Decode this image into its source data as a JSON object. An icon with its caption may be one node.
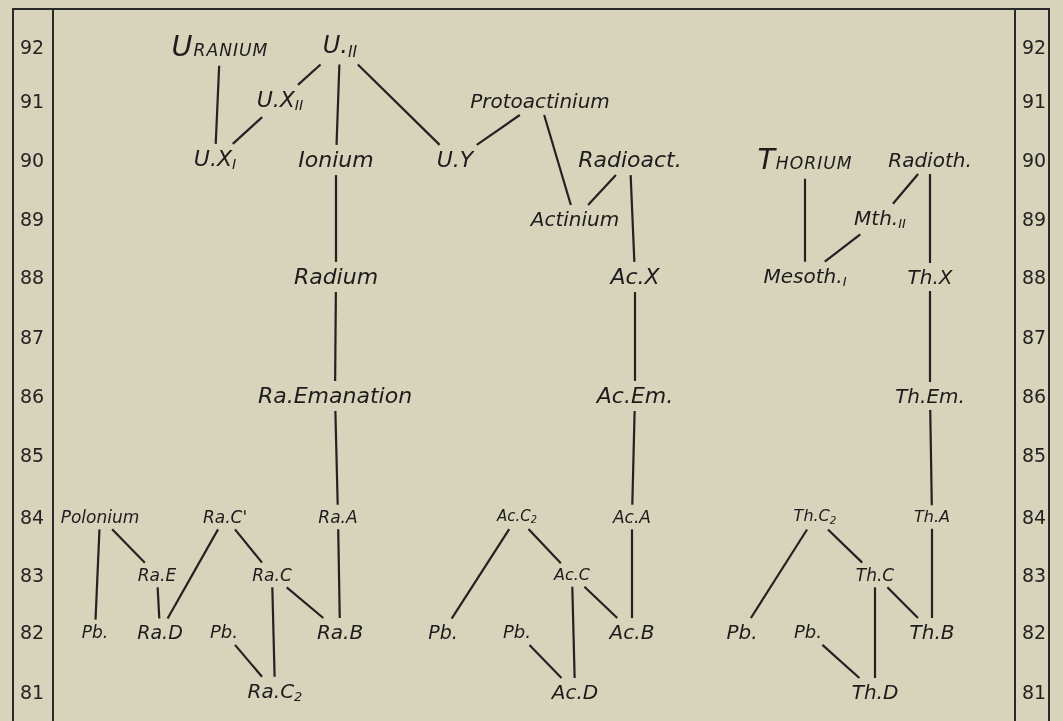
{
  "diagram": {
    "nodes": [
      {
        "text": [
          "URANIUM"
        ]
      },
      {
        "text": [
          "U.$_{II}$"
        ]
      },
      {
        "text": [
          "U.X$_{II}$"
        ]
      },
      {
        "text": [
          "U.X$_{I}$"
        ]
      },
      {
        "text": [
          "Ionium"
        ]
      },
      {
        "text": [
          "U.Y"
        ]
      },
      {
        "text": [
          "Protoactinium"
        ]
      },
      {
        "text": [
          "Radioact."
        ]
      },
      {
        "text": [
          "Actinium"
        ]
      },
      {
        "text": [
          "THORIUM"
        ]
      },
      {
        "text": [
          "Radioth."
        ]
      },
      {
        "text": [
          "Mth.$_{II}$"
        ]
      },
      {
        "text": [
          "Radium"
        ]
      },
      {
        "text": [
          "Ac.X"
        ]
      },
      {
        "text": [
          "Mesoth.$_{I}$"
        ]
      },
      {
        "text": [
          "Th.X"
        ]
      },
      {
        "text": [
          "Ra.Emanation"
        ]
      },
      {
        "text": [
          "Ac.Em."
        ]
      },
      {
        "text": [
          "Th.Em."
        ]
      },
      {
        "text": [
          "Polonium"
        ]
      },
      {
        "text": [
          "Ra.C'"
        ]
      },
      {
        "text": [
          "Ra.A"
        ]
      },
      {
        "text": [
          "Ac.C$_{2}$"
        ]
      },
      {
        "text": [
          "Ac.A"
        ]
      },
      {
        "text": [
          "Th.C$_{2}$"
        ]
      },
      {
        "text": [
          "Th.A"
        ]
      },
      {
        "text": [
          "Ra.E"
        ]
      },
      {
        "text": [
          "Ra.C"
        ]
      },
      {
        "text": [
          "Ac.C"
        ]
      },
      {
        "text": [
          "Th.C"
        ]
      },
      {
        "text": [
          "Pb."
        ]
      },
      {
        "text": [
          "Ra.D"
        ]
      },
      {
        "text": [
          "Pb."
        ]
      },
      {
        "text": [
          "Ra.B"
        ]
      },
      {
        "text": [
          "Pb."
        ]
      },
      {
        "text": [
          "Pb."
        ]
      },
      {
        "text": [
          "Ac.B"
        ]
      },
      {
        "text": [
          "Pb."
        ]
      },
      {
        "text": [
          "Pb."
        ]
      },
      {
        "text": [
          "Th.B"
        ]
      },
      {
        "text": [
          "Ra.C$_{2}$"
        ]
      },
      {
        "text": [
          "Ac.D"
        ]
      },
      {
        "text": [
          "Th.D"
        ]
      }
    ],
    "edges": [
      {
        "from": 0,
        "to": 3,
        "arrow": "none"
      },
      {
        "from": 1,
        "to": 2,
        "arrow": "none"
      },
      {
        "from": 2,
        "to": 3,
        "arrow": "none"
      },
      {
        "from": 1,
        "to": 4,
        "arrow": "none"
      },
      {
        "from": 1,
        "to": 5,
        "arrow": "none"
      },
      {
        "from": 5,
        "to": 6,
        "arrow": "none"
      },
      {
        "from": 6,
        "to": 8,
        "arrow": "none"
      },
      {
        "from": 7,
        "to": 8,
        "arrow": "none"
      },
      {
        "from": 7,
        "to": 13,
        "arrow": "none"
      },
      {
        "from": 4,
        "to": 12,
        "arrow": "none"
      },
      {
        "from": 12,
        "to": 16,
        "arrow": "none"
      },
      {
        "from": 16,
        "to": 21,
        "arrow": "none"
      },
      {
        "from": 21,
        "to": 33,
        "arrow": "none"
      },
      {
        "from": 33,
        "to": 27,
        "arrow": "none"
      },
      {
        "from": 27,
        "to": 20,
        "arrow": "none"
      },
      {
        "from": 27,
        "to": 40,
        "arrow": "none"
      },
      {
        "from": 20,
        "to": 31,
        "arrow": "none"
      },
      {
        "from": 31,
        "to": 26,
        "arrow": "none"
      },
      {
        "from": 26,
        "to": 19,
        "arrow": "none"
      },
      {
        "from": 19,
        "to": 30,
        "arrow": "none"
      },
      {
        "from": 32,
        "to": 40,
        "arrow": "none"
      },
      {
        "from": 13,
        "to": 17,
        "arrow": "none"
      },
      {
        "from": 17,
        "to": 23,
        "arrow": "none"
      },
      {
        "from": 23,
        "to": 36,
        "arrow": "none"
      },
      {
        "from": 36,
        "to": 28,
        "arrow": "none"
      },
      {
        "from": 28,
        "to": 22,
        "arrow": "none"
      },
      {
        "from": 28,
        "to": 41,
        "arrow": "none"
      },
      {
        "from": 22,
        "to": 34,
        "arrow": "none"
      },
      {
        "from": 35,
        "to": 41,
        "arrow": "none"
      },
      {
        "from": 9,
        "to": 14,
        "arrow": "none"
      },
      {
        "from": 14,
        "to": 11,
        "arrow": "none"
      },
      {
        "from": 11,
        "to": 10,
        "arrow": "none"
      },
      {
        "from": 10,
        "to": 15,
        "arrow": "none"
      },
      {
        "from": 15,
        "to": 18,
        "arrow": "none"
      },
      {
        "from": 18,
        "to": 25,
        "arrow": "none"
      },
      {
        "from": 25,
        "to": 39,
        "arrow": "none"
      },
      {
        "from": 39,
        "to": 29,
        "arrow": "none"
      },
      {
        "from": 29,
        "to": 24,
        "arrow": "none"
      },
      {
        "from": 29,
        "to": 42,
        "arrow": "none"
      },
      {
        "from": 24,
        "to": 37,
        "arrow": "none"
      },
      {
        "from": 38,
        "to": 42,
        "arrow": "none"
      }
    ],
    "labels": [
      "92",
      "91",
      "90",
      "89",
      "88",
      "87",
      "86",
      "85",
      "84",
      "83",
      "82",
      "81",
      "92",
      "91",
      "90",
      "89",
      "88",
      "87",
      "86",
      "85",
      "84",
      "83",
      "82",
      "81"
    ]
  }
}
